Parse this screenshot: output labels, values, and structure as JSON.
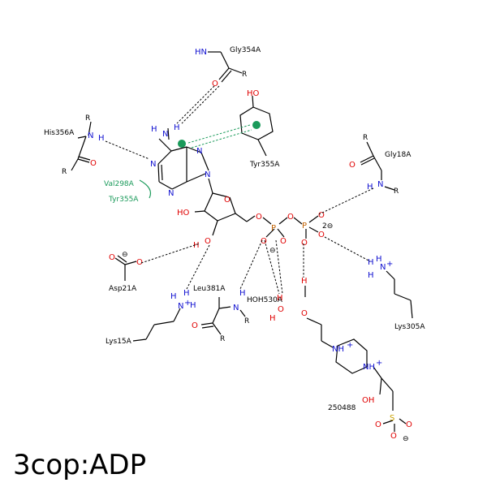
{
  "title": "3cop:ADP",
  "residues": {
    "gly354": "Gly354A",
    "his356": "His356A",
    "tyr355_top": "Tyr355A",
    "val298": "Val298A",
    "tyr355_green": "Tyr355A",
    "gly18": "Gly18A",
    "asp21": "Asp21A",
    "leu381": "Leu381A",
    "hoh530": "HOH530A",
    "lys15": "Lys15A",
    "lys305": "Lys305A",
    "ligand_250488": "250488"
  },
  "atoms": {
    "N": "N",
    "O": "O",
    "P": "P",
    "S": "S",
    "R": "R",
    "H": "H",
    "HN": "HN",
    "HO": "HO",
    "OH": "OH",
    "H_O": "H",
    "NH": "NH",
    "N_plus": "N",
    "plus": "+",
    "minus": "⊖",
    "two_minus": "2⊖"
  },
  "colors": {
    "nitrogen": "#1010d0",
    "oxygen": "#e00000",
    "phosphorus": "#c06000",
    "sulfur": "#c9a000",
    "hydrophobic": "#1a9a5a"
  }
}
